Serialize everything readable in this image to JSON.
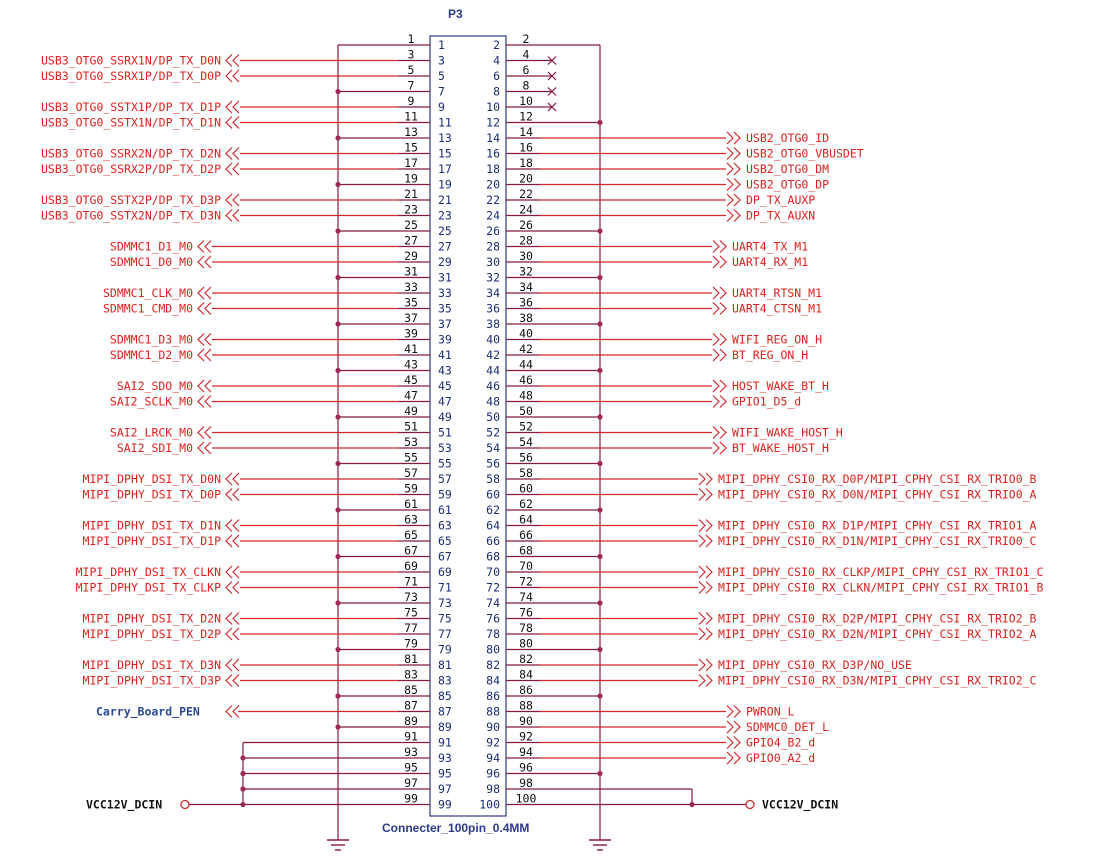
{
  "connector": {
    "ref": "P3",
    "value": "Connecter_100pin_0.4MM"
  },
  "left_signals": [
    {
      "pin": 3,
      "label": "USB3_OTG0_SSRX1N/DP_TX_D0N"
    },
    {
      "pin": 5,
      "label": "USB3_OTG0_SSRX1P/DP_TX_D0P"
    },
    {
      "pin": 9,
      "label": "USB3_OTG0_SSTX1P/DP_TX_D1P"
    },
    {
      "pin": 11,
      "label": "USB3_OTG0_SSTX1N/DP_TX_D1N"
    },
    {
      "pin": 15,
      "label": "USB3_OTG0_SSRX2N/DP_TX_D2N"
    },
    {
      "pin": 17,
      "label": "USB3_OTG0_SSRX2P/DP_TX_D2P"
    },
    {
      "pin": 21,
      "label": "USB3_OTG0_SSTX2P/DP_TX_D3P"
    },
    {
      "pin": 23,
      "label": "USB3_OTG0_SSTX2N/DP_TX_D3N"
    },
    {
      "pin": 27,
      "label": "SDMMC1_D1_M0"
    },
    {
      "pin": 29,
      "label": "SDMMC1_D0_M0"
    },
    {
      "pin": 33,
      "label": "SDMMC1_CLK_M0"
    },
    {
      "pin": 35,
      "label": "SDMMC1_CMD_M0"
    },
    {
      "pin": 39,
      "label": "SDMMC1_D3_M0"
    },
    {
      "pin": 41,
      "label": "SDMMC1_D2_M0"
    },
    {
      "pin": 45,
      "label": "SAI2_SDO_M0"
    },
    {
      "pin": 47,
      "label": "SAI2_SCLK_M0"
    },
    {
      "pin": 51,
      "label": "SAI2_LRCK_M0"
    },
    {
      "pin": 53,
      "label": "SAI2_SDI_M0"
    },
    {
      "pin": 57,
      "label": "MIPI_DPHY_DSI_TX_D0N"
    },
    {
      "pin": 59,
      "label": "MIPI_DPHY_DSI_TX_D0P"
    },
    {
      "pin": 63,
      "label": "MIPI_DPHY_DSI_TX_D1N"
    },
    {
      "pin": 65,
      "label": "MIPI_DPHY_DSI_TX_D1P"
    },
    {
      "pin": 69,
      "label": "MIPI_DPHY_DSI_TX_CLKN"
    },
    {
      "pin": 71,
      "label": "MIPI_DPHY_DSI_TX_CLKP"
    },
    {
      "pin": 75,
      "label": "MIPI_DPHY_DSI_TX_D2N"
    },
    {
      "pin": 77,
      "label": "MIPI_DPHY_DSI_TX_D2P"
    },
    {
      "pin": 81,
      "label": "MIPI_DPHY_DSI_TX_D3N"
    },
    {
      "pin": 83,
      "label": "MIPI_DPHY_DSI_TX_D3P"
    }
  ],
  "right_signals": [
    {
      "pin": 14,
      "label": "USB2_OTG0_ID"
    },
    {
      "pin": 16,
      "label": "USB2_OTG0_VBUSDET"
    },
    {
      "pin": 18,
      "label": "USB2_OTG0_DM"
    },
    {
      "pin": 20,
      "label": "USB2_OTG0_DP"
    },
    {
      "pin": 22,
      "label": "DP_TX_AUXP"
    },
    {
      "pin": 24,
      "label": "DP_TX_AUXN"
    },
    {
      "pin": 28,
      "label": "UART4_TX_M1"
    },
    {
      "pin": 30,
      "label": "UART4_RX_M1"
    },
    {
      "pin": 34,
      "label": "UART4_RTSN_M1"
    },
    {
      "pin": 36,
      "label": "UART4_CTSN_M1"
    },
    {
      "pin": 40,
      "label": "WIFI_REG_ON_H"
    },
    {
      "pin": 42,
      "label": "BT_REG_ON_H"
    },
    {
      "pin": 46,
      "label": "HOST_WAKE_BT_H"
    },
    {
      "pin": 48,
      "label": "GPIO1_D5_d"
    },
    {
      "pin": 52,
      "label": "WIFI_WAKE_HOST_H"
    },
    {
      "pin": 54,
      "label": "BT_WAKE_HOST_H"
    },
    {
      "pin": 58,
      "label": "MIPI_DPHY_CSI0_RX_D0P/MIPI_CPHY_CSI_RX_TRIO0_B"
    },
    {
      "pin": 60,
      "label": "MIPI_DPHY_CSI0_RX_D0N/MIPI_CPHY_CSI_RX_TRIO0_A"
    },
    {
      "pin": 64,
      "label": "MIPI_DPHY_CSI0_RX_D1P/MIPI_CPHY_CSI_RX_TRIO1_A"
    },
    {
      "pin": 66,
      "label": "MIPI_DPHY_CSI0_RX_D1N/MIPI_CPHY_CSI_RX_TRIO0_C"
    },
    {
      "pin": 70,
      "label": "MIPI_DPHY_CSI0_RX_CLKP/MIPI_CPHY_CSI_RX_TRIO1_C"
    },
    {
      "pin": 72,
      "label": "MIPI_DPHY_CSI0_RX_CLKN/MIPI_CPHY_CSI_RX_TRIO1_B"
    },
    {
      "pin": 76,
      "label": "MIPI_DPHY_CSI0_RX_D2P/MIPI_CPHY_CSI_RX_TRIO2_B"
    },
    {
      "pin": 78,
      "label": "MIPI_DPHY_CSI0_RX_D2N/MIPI_CPHY_CSI_RX_TRIO2_A"
    },
    {
      "pin": 82,
      "label": "MIPI_DPHY_CSI0_RX_D3P/NO_USE"
    },
    {
      "pin": 84,
      "label": "MIPI_DPHY_CSI0_RX_D3N/MIPI_CPHY_CSI_RX_TRIO2_C"
    },
    {
      "pin": 88,
      "label": "PWRON_L"
    },
    {
      "pin": 90,
      "label": "SDMMC0_DET_L"
    },
    {
      "pin": 92,
      "label": "GPIO4_B2_d"
    },
    {
      "pin": 94,
      "label": "GPIO0_A2_d"
    }
  ],
  "special": {
    "carry_board": {
      "pin": 87,
      "label": "Carry_Board_PEN"
    },
    "power_left": {
      "label": "VCC12V_DCIN"
    },
    "power_right": {
      "label": "VCC12V_DCIN"
    }
  },
  "ground_pins": {
    "left": [
      1,
      7,
      13,
      19,
      25,
      31,
      37,
      43,
      49,
      55,
      61,
      67,
      73,
      79,
      85,
      89
    ],
    "right": [
      2,
      12,
      26,
      32,
      38,
      44,
      50,
      56,
      62,
      68,
      74,
      80,
      86,
      96
    ]
  },
  "nc_pins": [
    4,
    6,
    8,
    10
  ],
  "power_pins": {
    "left": [
      91,
      93,
      95,
      97,
      99
    ],
    "right": [
      98,
      100
    ]
  },
  "colors": {
    "signal": "#e0201c",
    "wire": "#8b1a3a",
    "body": "#2b3a8a",
    "special": "#2b4a9a"
  }
}
